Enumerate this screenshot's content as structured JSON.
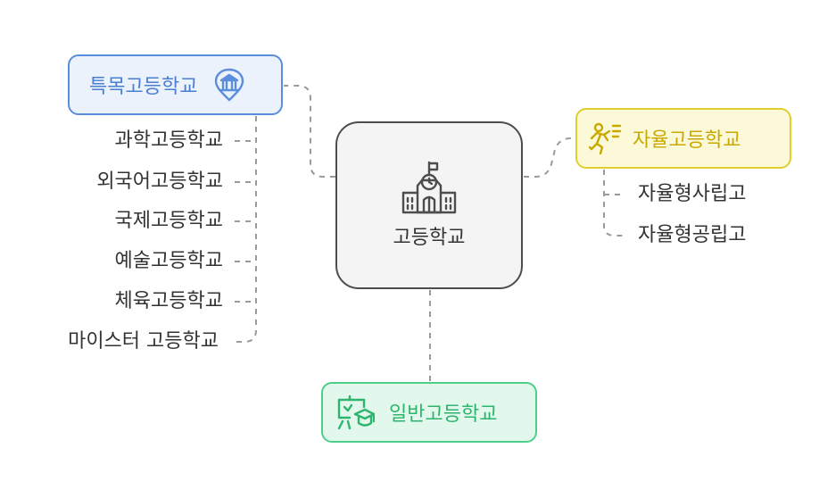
{
  "center": {
    "label": "고등학교",
    "icon": "school-building-icon"
  },
  "branches": {
    "special": {
      "label": "특목고등학교",
      "icon": "bank-pin-icon",
      "color": "#5a8ddb",
      "fill": "#ebf2fc",
      "items": [
        "과학고등학교",
        "외국어고등학교",
        "국제고등학교",
        "예술고등학교",
        "체육고등학교",
        "마이스터 고등학교"
      ]
    },
    "autonomous": {
      "label": "자율고등학교",
      "icon": "running-person-icon",
      "color": "#e0cf2a",
      "fill": "#fcf9d9",
      "items": [
        "자율형사립고",
        "자율형공립고"
      ]
    },
    "general": {
      "label": "일반고등학교",
      "icon": "graduation-board-icon",
      "color": "#4dcf8a",
      "fill": "#e3f8ec"
    }
  }
}
